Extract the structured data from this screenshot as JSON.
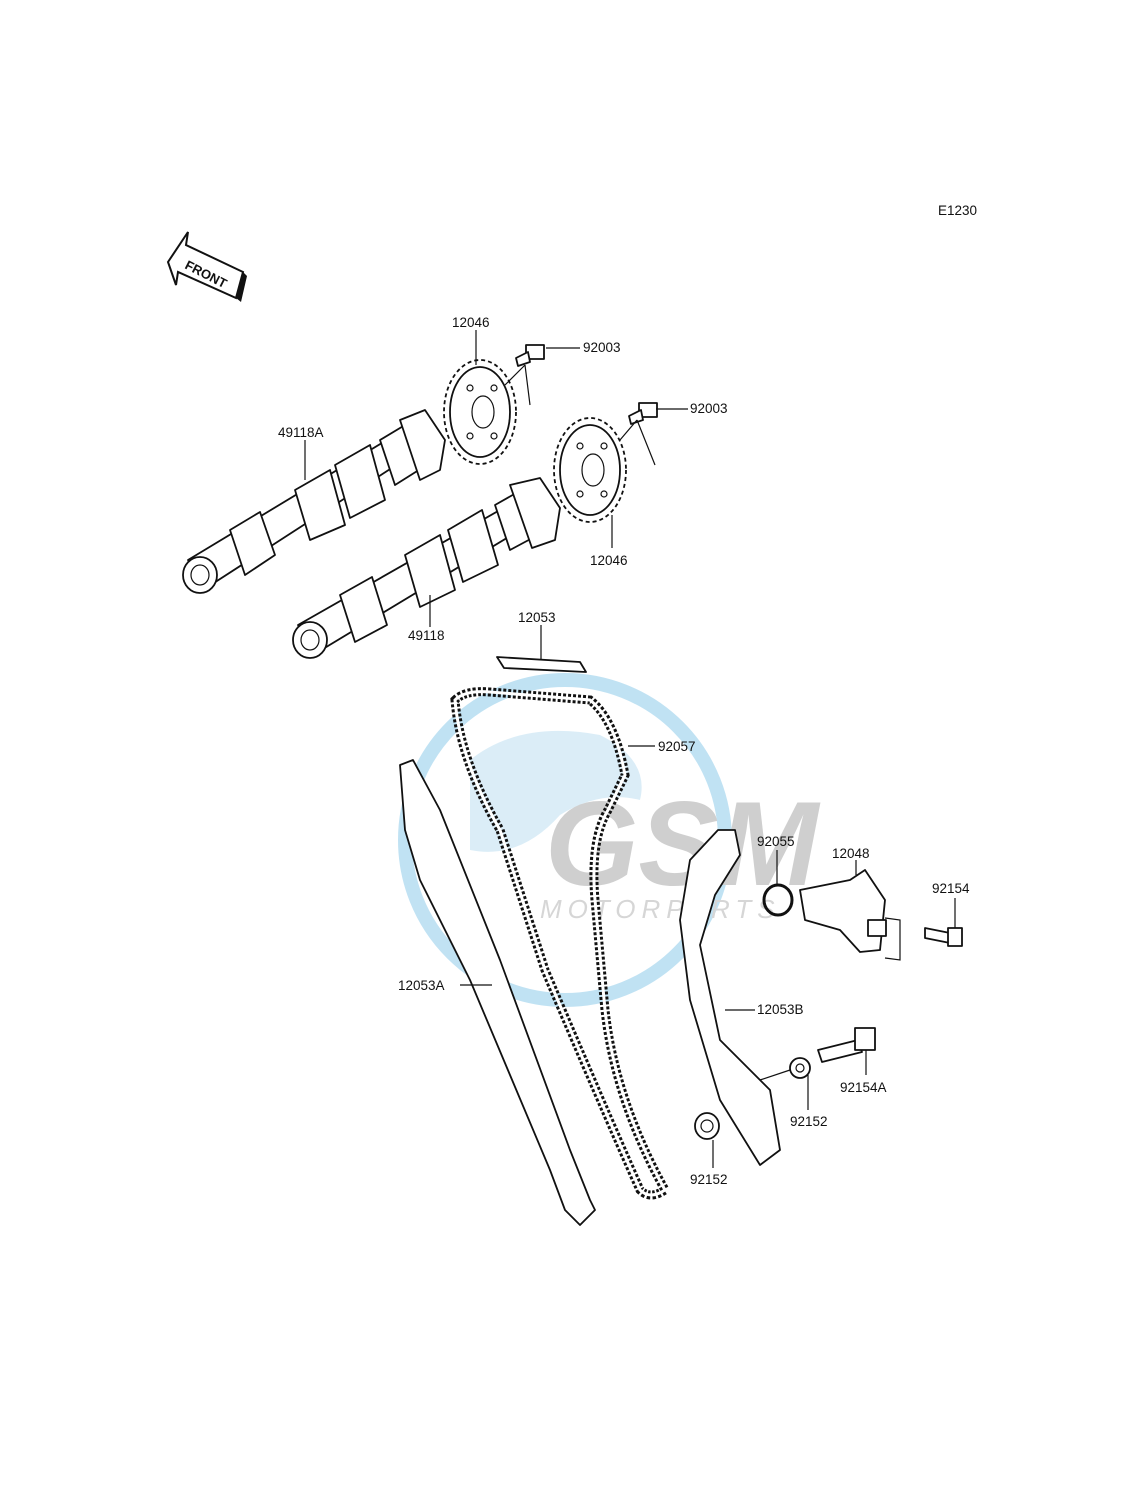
{
  "diagram": {
    "code": "E1230",
    "front_label": "FRONT",
    "watermark": {
      "brand": "MOTORPARTS",
      "logo_text": "GSM"
    },
    "callouts": [
      {
        "id": "12046a",
        "text": "12046"
      },
      {
        "id": "92003a",
        "text": "92003"
      },
      {
        "id": "92003b",
        "text": "92003"
      },
      {
        "id": "49118A",
        "text": "49118A"
      },
      {
        "id": "12046b",
        "text": "12046"
      },
      {
        "id": "49118",
        "text": "49118"
      },
      {
        "id": "12053",
        "text": "12053"
      },
      {
        "id": "92057",
        "text": "92057"
      },
      {
        "id": "92055",
        "text": "92055"
      },
      {
        "id": "12048",
        "text": "12048"
      },
      {
        "id": "92154",
        "text": "92154"
      },
      {
        "id": "12053A",
        "text": "12053A"
      },
      {
        "id": "12053B",
        "text": "12053B"
      },
      {
        "id": "92154A",
        "text": "92154A"
      },
      {
        "id": "92152a",
        "text": "92152"
      },
      {
        "id": "92152b",
        "text": "92152"
      }
    ],
    "colors": {
      "line": "#111111",
      "watermark_blue": "#8ecbea",
      "watermark_grey": "#a9a9a9"
    }
  }
}
